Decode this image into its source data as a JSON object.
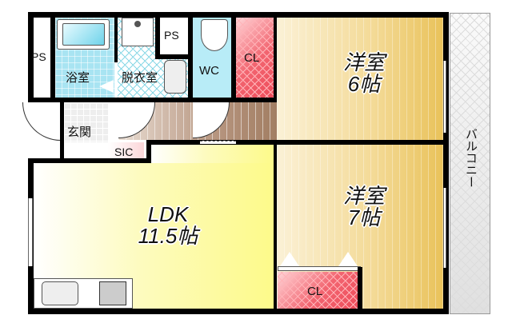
{
  "floorplan": {
    "rooms": {
      "ps_left": "PS",
      "bathroom": "浴室",
      "dressing": "脱衣室",
      "ps_small": "PS",
      "wc": "WC",
      "closet_top": "CL",
      "western_room_1_name": "洋室",
      "western_room_1_size": "6帖",
      "entrance": "玄関",
      "shoe_closet": "SIC",
      "ldk_name": "LDK",
      "ldk_size": "11.5帖",
      "western_room_2_name": "洋室",
      "western_room_2_size": "7帖",
      "closet_bottom": "CL",
      "balcony": "バルコニー"
    },
    "colors": {
      "bath": "#a8e4f2",
      "closet": "#f05c68",
      "wood_floor": "#f3d994",
      "ldk": "#fdfa8a",
      "corridor": "#b79680",
      "wall": "#000000"
    },
    "fixtures": [
      "bathtub",
      "washing-machine-pan",
      "wash-basin",
      "toilet",
      "kitchen-sink",
      "gas-stove"
    ]
  }
}
